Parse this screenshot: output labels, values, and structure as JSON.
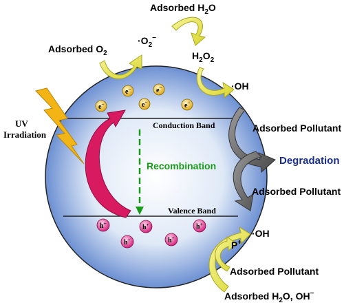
{
  "labels": {
    "adsorbed_h2o_top": "Adsorbed H",
    "adsorbed_h2o_top_sub": "2",
    "adsorbed_h2o_top_end": "O",
    "adsorbed_o2": "Adsorbed O",
    "adsorbed_o2_sub": "2",
    "superoxide": "·O",
    "superoxide_sub": "2",
    "superoxide_sup": "−",
    "h2o2_a": "H",
    "h2o2_sub1": "2",
    "h2o2_b": "O",
    "h2o2_sub2": "2",
    "hydroxyl_top": "·OH",
    "uv_line1": "UV",
    "uv_line2": "Irradiation",
    "conduction_band": "Conduction Band",
    "valence_band": "Valence Band",
    "recombination": "Recombination",
    "pollutant_1": "Adsorbed Pollutant",
    "pollutant_2": "Adsorbed Pollutant",
    "degradation": "Degradation",
    "hydroxyl_bottom": "·OH",
    "p_plus": "P",
    "p_plus_sup": "+",
    "pollutant_3": "Adsorbed Pollutant",
    "adsorbed_h2o_oh_bottom": "Adsorbed H",
    "adsorbed_h2o_oh_bottom_sub": "2",
    "adsorbed_h2o_oh_bottom_end": "O, OH",
    "adsorbed_h2o_oh_bottom_sup": "−"
  },
  "electron_symbol": "e",
  "electron_sup": "−",
  "hole_symbol": "h",
  "hole_sup": "+",
  "colors": {
    "sphere_center": "#ffffff",
    "sphere_edge": "#4f79c9",
    "yellow_arrow": "#e8e64a",
    "yellow_arrow_edge": "#a8a520",
    "gray_arrow": "#6e6e6e",
    "pink_arrow": "#d81b60",
    "electron": "#f2c230",
    "hole": "#e8389a",
    "recombination": "#1a9a1a",
    "degradation": "#1a2e8c",
    "lightning": "#f2b515"
  }
}
